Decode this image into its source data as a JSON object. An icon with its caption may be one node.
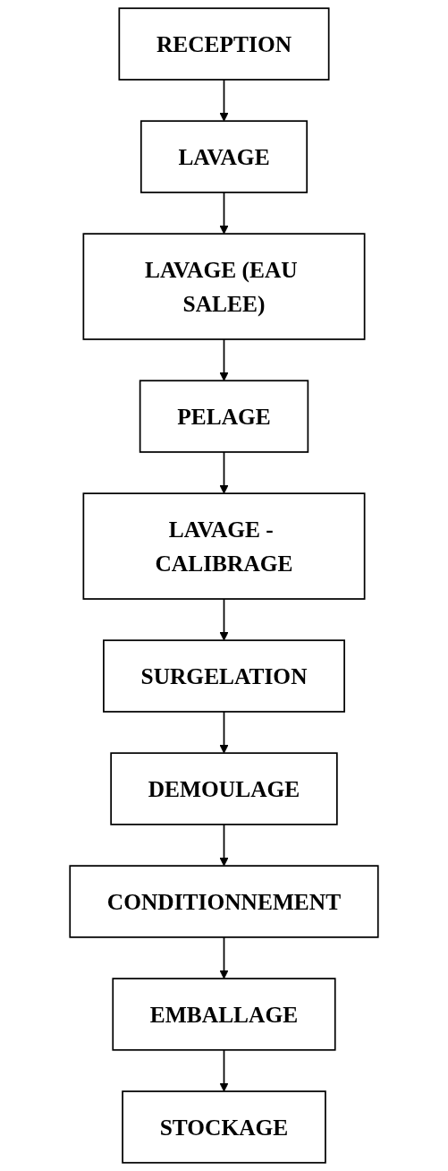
{
  "diagram": {
    "nodes": [
      {
        "text": [
          "RECEPTION"
        ]
      },
      {
        "text": [
          "LAVAGE"
        ]
      },
      {
        "text": [
          "LAVAGE (EAU SALEE)"
        ]
      },
      {
        "text": [
          "PELAGE"
        ]
      },
      {
        "text": [
          "LAVAGE - CALIBRAGE"
        ]
      },
      {
        "text": [
          "SURGELATION"
        ]
      },
      {
        "text": [
          "DEMOULAGE"
        ]
      },
      {
        "text": [
          "CONDITIONNEMENT"
        ]
      },
      {
        "text": [
          "EMBALLAGE"
        ]
      },
      {
        "text": [
          "STOCKAGE"
        ]
      }
    ],
    "edges": [
      {
        "from": 0,
        "to": 1,
        "arrow": "to"
      },
      {
        "from": 1,
        "to": 2,
        "arrow": "to"
      },
      {
        "from": 2,
        "to": 3,
        "arrow": "to"
      },
      {
        "from": 3,
        "to": 4,
        "arrow": "to"
      },
      {
        "from": 4,
        "to": 5,
        "arrow": "to"
      },
      {
        "from": 5,
        "to": 6,
        "arrow": "to"
      },
      {
        "from": 6,
        "to": 7,
        "arrow": "to"
      },
      {
        "from": 7,
        "to": 8,
        "arrow": "to"
      },
      {
        "from": 8,
        "to": 9,
        "arrow": "to"
      }
    ]
  }
}
